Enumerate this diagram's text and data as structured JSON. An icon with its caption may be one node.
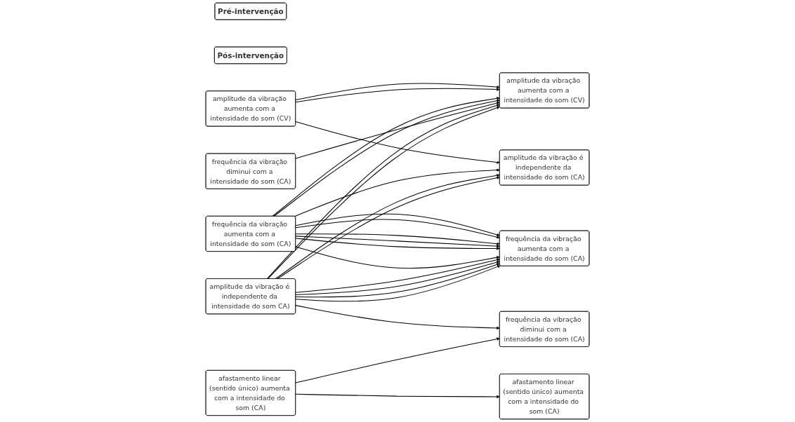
{
  "diagram": {
    "nodes": [
      {
        "text": [
          "Pré-intervenção"
        ]
      },
      {
        "text": [
          "Pós-intervenção"
        ]
      },
      {
        "text": [
          "amplitude da vibração aumenta com a intensidade do som (CV)"
        ]
      },
      {
        "text": [
          "frequência da vibração aumenta com a intensidade do som (CA)"
        ]
      },
      {
        "text": [
          "frequência da vibração diminui com a intensidade do som (CA)"
        ]
      },
      {
        "text": [
          "amplitude da vibração é independente da intensidade do som CA)"
        ]
      },
      {
        "text": [
          "afastamento linear (sentido único) aumenta com a intensidade do som (CA)"
        ]
      },
      {
        "text": [
          "amplitude da vibração aumenta com a intensidade do som (CV)"
        ]
      },
      {
        "text": [
          "frequência da vibração aumenta com a intensidade do som (CA)"
        ]
      },
      {
        "text": [
          "frequência da vibração diminui com a intensidade do som (CA)"
        ]
      },
      {
        "text": [
          "amplitude da vibração é independente da intensidade do som (CA)"
        ]
      },
      {
        "text": [
          "afastamento linear (sentido único) aumenta com a intensidade do som (CA)"
        ]
      }
    ],
    "edges": [
      {
        "from": 2,
        "to": 7,
        "arrow": "to"
      },
      {
        "from": 2,
        "to": 7,
        "arrow": "to"
      },
      {
        "from": 2,
        "to": 10,
        "arrow": "to"
      },
      {
        "from": 3,
        "to": 7,
        "arrow": "to"
      },
      {
        "from": 3,
        "to": 7,
        "arrow": "to"
      },
      {
        "from": 3,
        "to": 8,
        "arrow": "to"
      },
      {
        "from": 3,
        "to": 8,
        "arrow": "to"
      },
      {
        "from": 3,
        "to": 8,
        "arrow": "to"
      },
      {
        "from": 3,
        "to": 8,
        "arrow": "to"
      },
      {
        "from": 3,
        "to": 8,
        "arrow": "to"
      },
      {
        "from": 3,
        "to": 8,
        "arrow": "to"
      },
      {
        "from": 3,
        "to": 10,
        "arrow": "to"
      },
      {
        "from": 4,
        "to": 7,
        "arrow": "to"
      },
      {
        "from": 5,
        "to": 7,
        "arrow": "to"
      },
      {
        "from": 5,
        "to": 7,
        "arrow": "to"
      },
      {
        "from": 5,
        "to": 8,
        "arrow": "to"
      },
      {
        "from": 5,
        "to": 8,
        "arrow": "to"
      },
      {
        "from": 5,
        "to": 8,
        "arrow": "to"
      },
      {
        "from": 5,
        "to": 8,
        "arrow": "to"
      },
      {
        "from": 5,
        "to": 9,
        "arrow": "to"
      },
      {
        "from": 6,
        "to": 9,
        "arrow": "to"
      },
      {
        "from": 5,
        "to": 10,
        "arrow": "to"
      },
      {
        "from": 5,
        "to": 10,
        "arrow": "to"
      },
      {
        "from": 6,
        "to": 11,
        "arrow": "to"
      }
    ]
  }
}
